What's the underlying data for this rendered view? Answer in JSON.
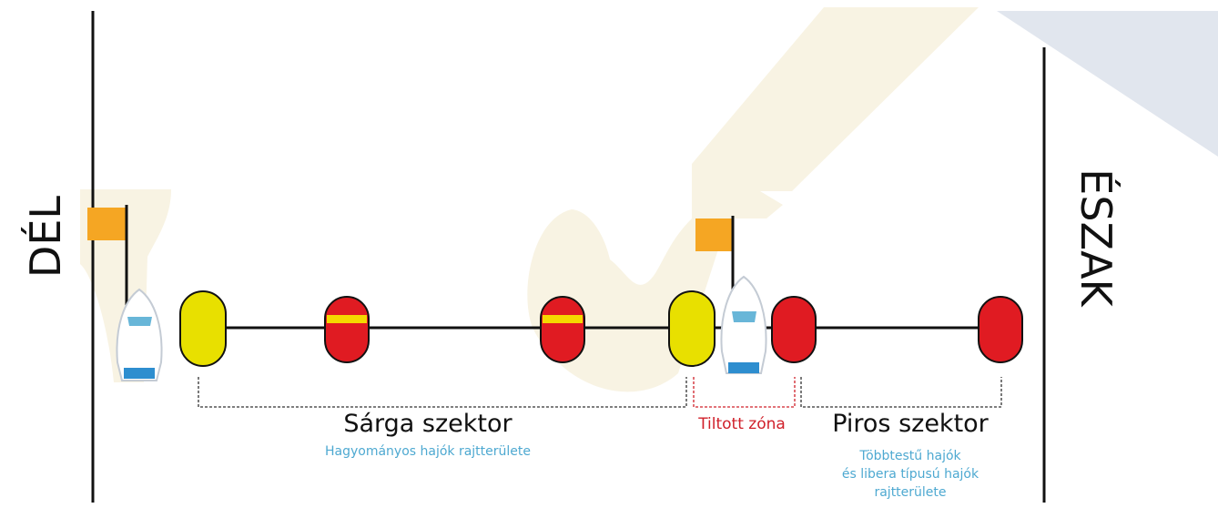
{
  "labels": {
    "del": "DÉL",
    "eszak": "ÉSZAK",
    "sarga_szektor": "Sárga szektor",
    "sarga_subtitle": "Hagyományos hajók rajtterülete",
    "tiltott_zona": "Tiltott zóna",
    "piros_szektor": "Piros szektor",
    "piros_subtitle_1": "Többtestű hajók",
    "piros_subtitle_2": "és libera típusú hajók",
    "piros_subtitle_3": "rajtterülete"
  },
  "buoys": [
    {
      "id": "yellow-1",
      "color": "yellow",
      "stripe": false
    },
    {
      "id": "red-striped-1",
      "color": "red",
      "stripe": true
    },
    {
      "id": "red-striped-2",
      "color": "red",
      "stripe": true
    },
    {
      "id": "yellow-2",
      "color": "yellow",
      "stripe": false
    },
    {
      "id": "red-1",
      "color": "red",
      "stripe": false
    },
    {
      "id": "red-2",
      "color": "red",
      "stripe": false
    }
  ],
  "colors": {
    "yellow": "#e8e000",
    "red": "#e01b22",
    "stripe": "#f5d800",
    "flag": "#f5a623",
    "beige": "#f8f3e3",
    "corner": "#e1e6ee",
    "sub_text": "#4ea9d1",
    "zone_red": "#d0202a"
  }
}
